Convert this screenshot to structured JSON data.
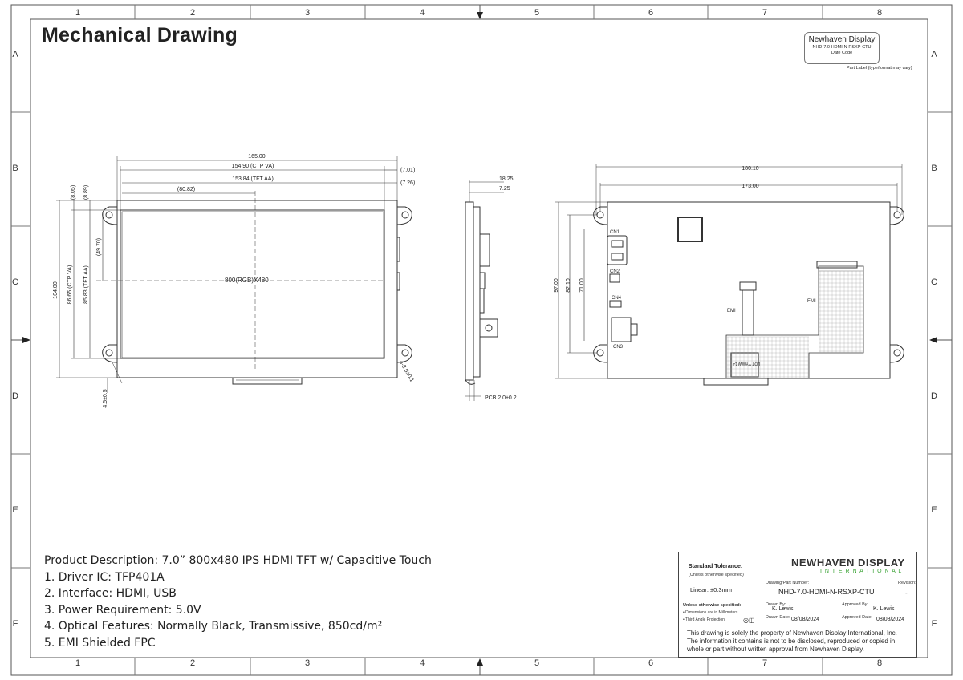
{
  "title": "Mechanical Drawing",
  "zones": {
    "columns": [
      "1",
      "2",
      "3",
      "4",
      "5",
      "6",
      "7",
      "8"
    ],
    "rows": [
      "A",
      "B",
      "C",
      "D",
      "E",
      "F"
    ]
  },
  "part_label": {
    "company": "Newhaven Display",
    "part": "NHD-7.0-HDMI-N-RSXP-CTU",
    "date_code": "Date Code",
    "note": "Part Label (type/format may vary)"
  },
  "front_view": {
    "dims": {
      "outer_width": "165.00",
      "ctp_va_width": "154.90 (CTP VA)",
      "tft_aa_width": "153.84 (TFT AA)",
      "ctp_offset_right": "(7.01)",
      "tft_offset_right": "(7.26)",
      "center_x": "(80.82)",
      "outer_height": "104.00",
      "ctp_va_height": "86.65 (CTP VA)",
      "tft_aa_height": "85.83 (TFT AA)",
      "ctp_offset_top": "(8.05)",
      "tft_offset_top": "(8.89)",
      "center_y": "(49.70)",
      "fpc_offset": "4.5±0.5",
      "hole": "4-3.5±0.1",
      "resolution": "800(RGB)X480"
    }
  },
  "side_view": {
    "dims": {
      "total_thickness": "18.25",
      "module_thickness": "7.25",
      "pcb": "PCB 2.0±0.2"
    }
  },
  "rear_view": {
    "dims": {
      "hole_width": "180.10",
      "hole_inner_width": "173.00",
      "height": "97.00",
      "height2": "82.10",
      "height3": "71.00"
    },
    "connectors": [
      "CN1",
      "CN2",
      "CN4",
      "CN3"
    ],
    "emi_labels": [
      "EMI",
      "EMI"
    ],
    "lot_label": "LOT YYWW 14"
  },
  "description": {
    "heading": "Product Description: 7.0” 800x480 IPS HDMI TFT w/ Capacitive Touch",
    "items": [
      "1. Driver IC: TFP401A",
      "2. Interface: HDMI, USB",
      "3. Power Requirement: 5.0V",
      "4. Optical Features: Normally Black, Transmissive, 850cd/m²",
      "5. EMI Shielded FPC"
    ]
  },
  "title_block": {
    "std_tol": "Standard Tolerance:",
    "std_tol_sub": "(Unless otherwise specified)",
    "linear": "Linear:   ±0.3mm",
    "logo_top": "NEWHAVEN DISPLAY",
    "logo_bottom": "I N T E R N A T I O N A L",
    "dpn_label": "Drawing/Part Number:",
    "dpn": "NHD-7.0-HDMI-N-RSXP-CTU",
    "rev_label": "Revision:",
    "rev": "-",
    "unless": "Unless otherwise specified:",
    "unless_1": "• Dimensions are in Millimeters",
    "unless_2": "• Third Angle Projection",
    "drawn_by_label": "Drawn By:",
    "drawn_by": "K. Lewis",
    "approved_by_label": "Approved By:",
    "approved_by": "K. Lewis",
    "drawn_date_label": "Drawn Date:",
    "drawn_date": "08/08/2024",
    "approved_date_label": "Approved Date:",
    "approved_date": "08/08/2024",
    "confidential": [
      "This drawing is solely the property of Newhaven Display International, Inc.",
      "The information it contains is not to be disclosed, reproduced or copied in",
      "whole or part without written approval from Newhaven Display."
    ],
    "logo_green": "#3aa335"
  }
}
